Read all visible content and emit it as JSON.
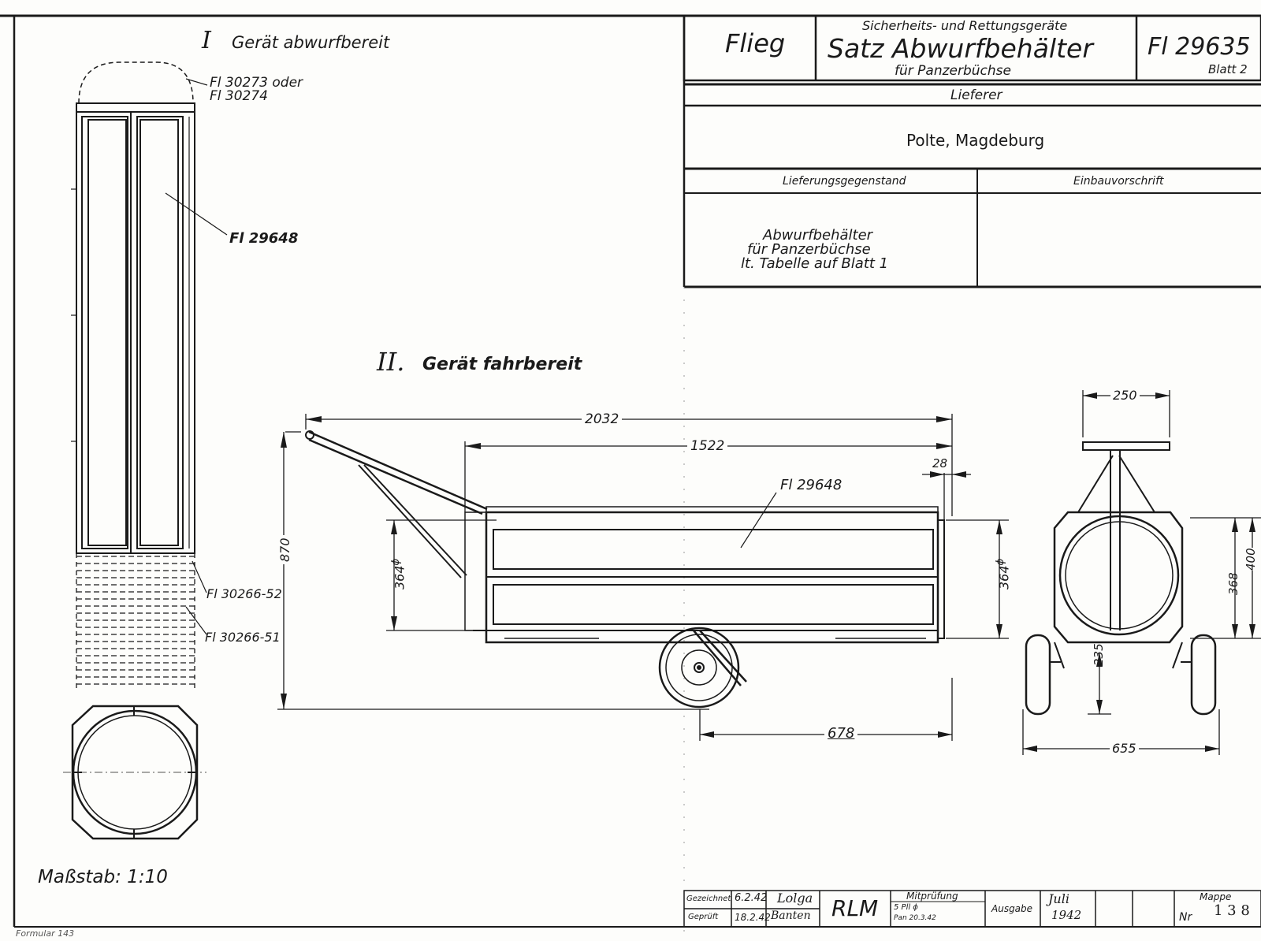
{
  "header": {
    "office": "Flieg",
    "category": "Sicherheits- und Rettungsgeräte",
    "title": "Satz Abwurfbehälter",
    "subtitle": "für Panzerbüchse",
    "number": "Fl 29635",
    "sheet": "Blatt 2",
    "supplier_label": "Lieferer",
    "supplier": "Polte, Magdeburg",
    "item_label": "Lieferungsgegenstand",
    "install_label": "Einbauvorschrift",
    "item_lines": [
      "Abwurfbehälter",
      "für Panzerbüchse",
      "lt. Tabelle auf Blatt 1"
    ]
  },
  "view1": {
    "title": "Gerät abwurfbereit",
    "numeral": "I",
    "labels": [
      "Fl 30273 oder",
      "Fl 30274",
      "Fl 29648",
      "Fl 30266-52",
      "Fl 30266-51"
    ]
  },
  "view2": {
    "title": "Gerät fahrbereit",
    "numeral": "II.",
    "part": "Fl 29648",
    "dims": {
      "overall_length": "2032",
      "body_length": "1522",
      "offset": "28",
      "height": "870",
      "diameter_left": "364",
      "diameter_right": "364",
      "diameter_mark": "ϕ",
      "wheel_pos": "678"
    }
  },
  "view3": {
    "dims": {
      "width_top": "250",
      "inner_height": "368",
      "outer_height": "400",
      "axle_height": "235",
      "track": "655"
    }
  },
  "scale": "Maßstab: 1:10",
  "form_number": "Formular 143",
  "titleblock": {
    "drawn_label": "Gezeichnet",
    "drawn_date": "6.2.42",
    "drawn_sign": "Lolga",
    "checked_label": "Geprüft",
    "checked_date": "18.2.42",
    "checked_sign": "Banten",
    "rlm": "RLM",
    "coop_label": "Mitprüfung",
    "coop_line1": "5 Pll ϕ",
    "coop_line2": "Pan 20.3.42",
    "issue_label": "Ausgabe",
    "issue_month": "Juli",
    "issue_year": "1942",
    "folder_label": "Mappe",
    "folder_prefix": "Nr",
    "folder_value": "1 3 8"
  }
}
